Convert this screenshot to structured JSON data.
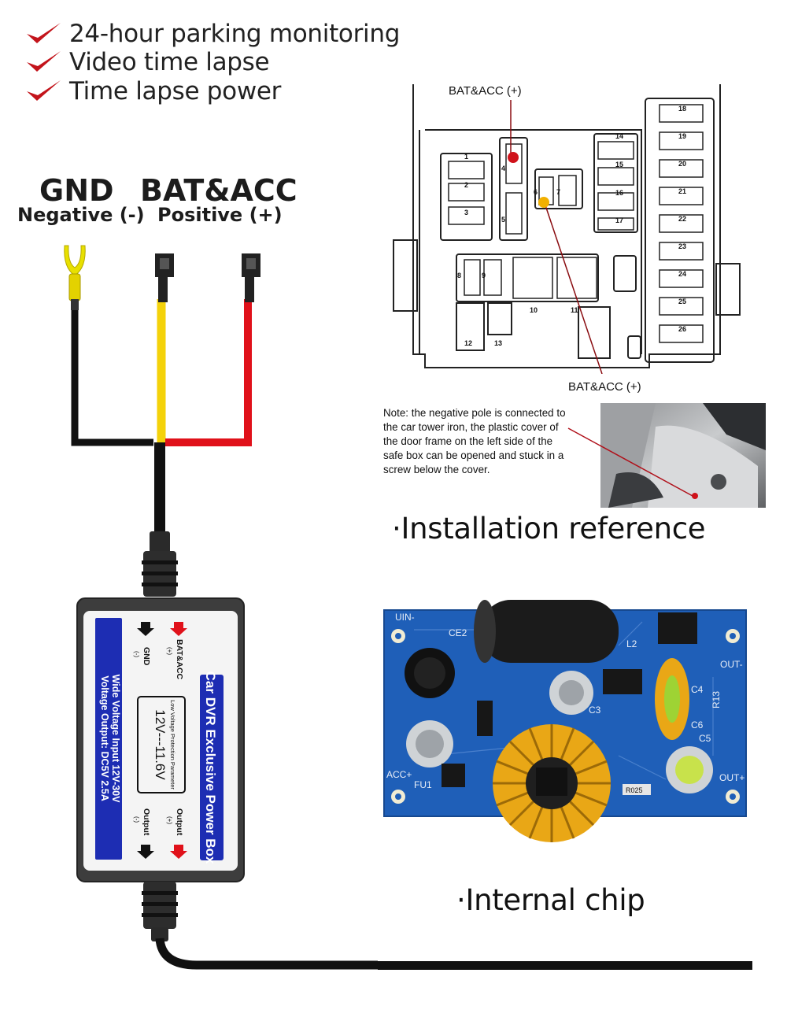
{
  "features": [
    "24-hour parking monitoring",
    "Video time lapse",
    "Time lapse power"
  ],
  "wires": {
    "gnd_title": "GND",
    "gnd_sub": "Negative (-)",
    "bat_title": "BAT&ACC",
    "bat_sub": "Positive (+)"
  },
  "fusebox": {
    "top_label": "BAT&ACC (+)",
    "bottom_label": "BAT&ACC (+)",
    "slots_left": [
      "1",
      "2",
      "3",
      "4",
      "5",
      "6",
      "7",
      "8",
      "9",
      "10",
      "11",
      "12",
      "13"
    ],
    "slots_mid": [
      "14",
      "15",
      "16",
      "17"
    ],
    "slots_right": [
      "18",
      "19",
      "20",
      "21",
      "22",
      "23",
      "24",
      "25",
      "26"
    ]
  },
  "note": "Note: the negative pole is connected to the car tower iron, the plastic cover of the door frame on the left side of the safe box can be opened and stuck in a screw below the cover.",
  "installation_caption": "·Installation reference",
  "chip_caption": "·Internal chip",
  "power_box": {
    "title": "Car DVR Exclusive Power Box",
    "spec_input": "Wide Voltage Input 12V-30V",
    "spec_output": "Voltage Output: DC5V 2.5A",
    "bat_label": "BAT&ACC",
    "bat_sign": "(+)",
    "gnd_label": "GND",
    "gnd_sign": "(-)",
    "out_pos_label": "Output",
    "out_pos_sign": "(+)",
    "out_neg_label": "Output",
    "out_neg_sign": "(-)",
    "protection_label": "Low Voltage Protection Parameter",
    "protection_value": "12V---11.6V"
  },
  "pcb_labels": {
    "uin": "UIN-",
    "ce2": "CE2",
    "l2": "L2",
    "out_neg": "OUT-",
    "r13": "R13",
    "c4": "C4",
    "c6": "C6",
    "c5": "C5",
    "c3": "C3",
    "acc": "ACC+",
    "fu1": "FU1",
    "out_pos": "OUT+",
    "r025": "R025"
  },
  "colors": {
    "check": "#c3141b",
    "wire_red": "#e0111a",
    "wire_yellow": "#f4d20a",
    "wire_black": "#111111",
    "box_blue": "#1d2db3",
    "pcb_blue": "#1f5fb8",
    "coil_copper": "#e9a716"
  },
  "icons": [
    "checkmark-icon",
    "arrow-down-icon",
    "fork-terminal-icon",
    "fuse-tap-icon"
  ]
}
